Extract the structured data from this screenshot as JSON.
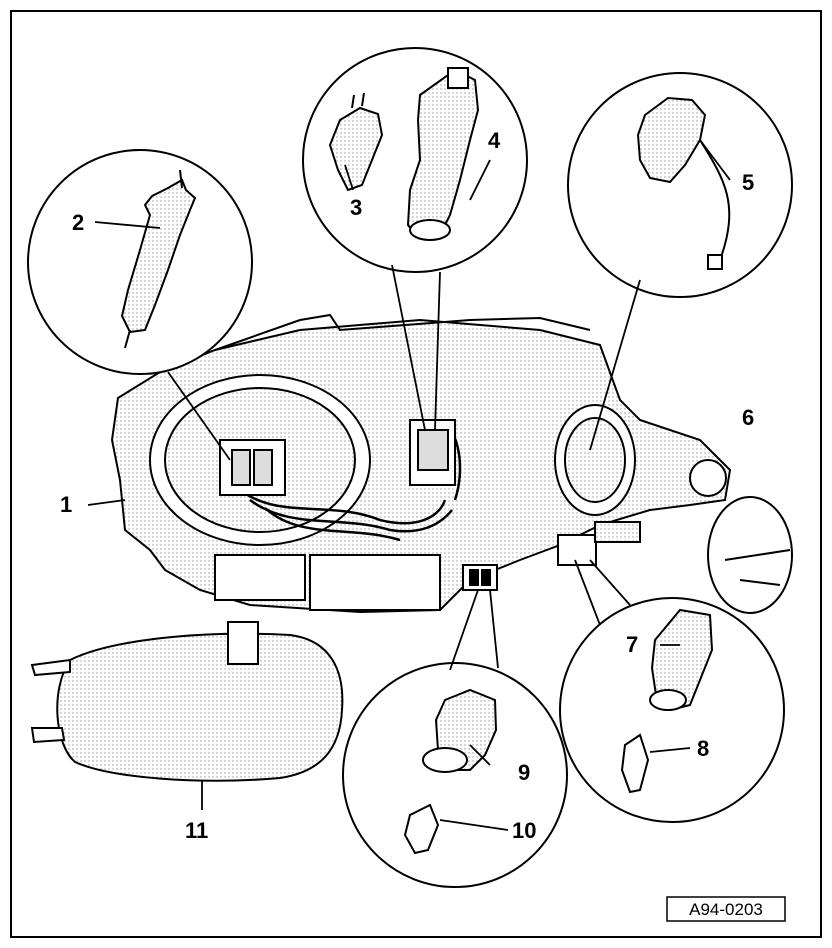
{
  "diagram": {
    "reference_code": "A94-0203",
    "callouts": [
      {
        "id": "callout-1",
        "text": "1"
      },
      {
        "id": "callout-2",
        "text": "2"
      },
      {
        "id": "callout-3",
        "text": "3"
      },
      {
        "id": "callout-4",
        "text": "4"
      },
      {
        "id": "callout-5",
        "text": "5"
      },
      {
        "id": "callout-6",
        "text": "6"
      },
      {
        "id": "callout-7",
        "text": "7"
      },
      {
        "id": "callout-8",
        "text": "8"
      },
      {
        "id": "callout-9",
        "text": "9"
      },
      {
        "id": "callout-10",
        "text": "10"
      },
      {
        "id": "callout-11",
        "text": "11"
      }
    ]
  },
  "colors": {
    "line": "#000000",
    "background": "#ffffff",
    "hatch": "#d8d8d8"
  }
}
